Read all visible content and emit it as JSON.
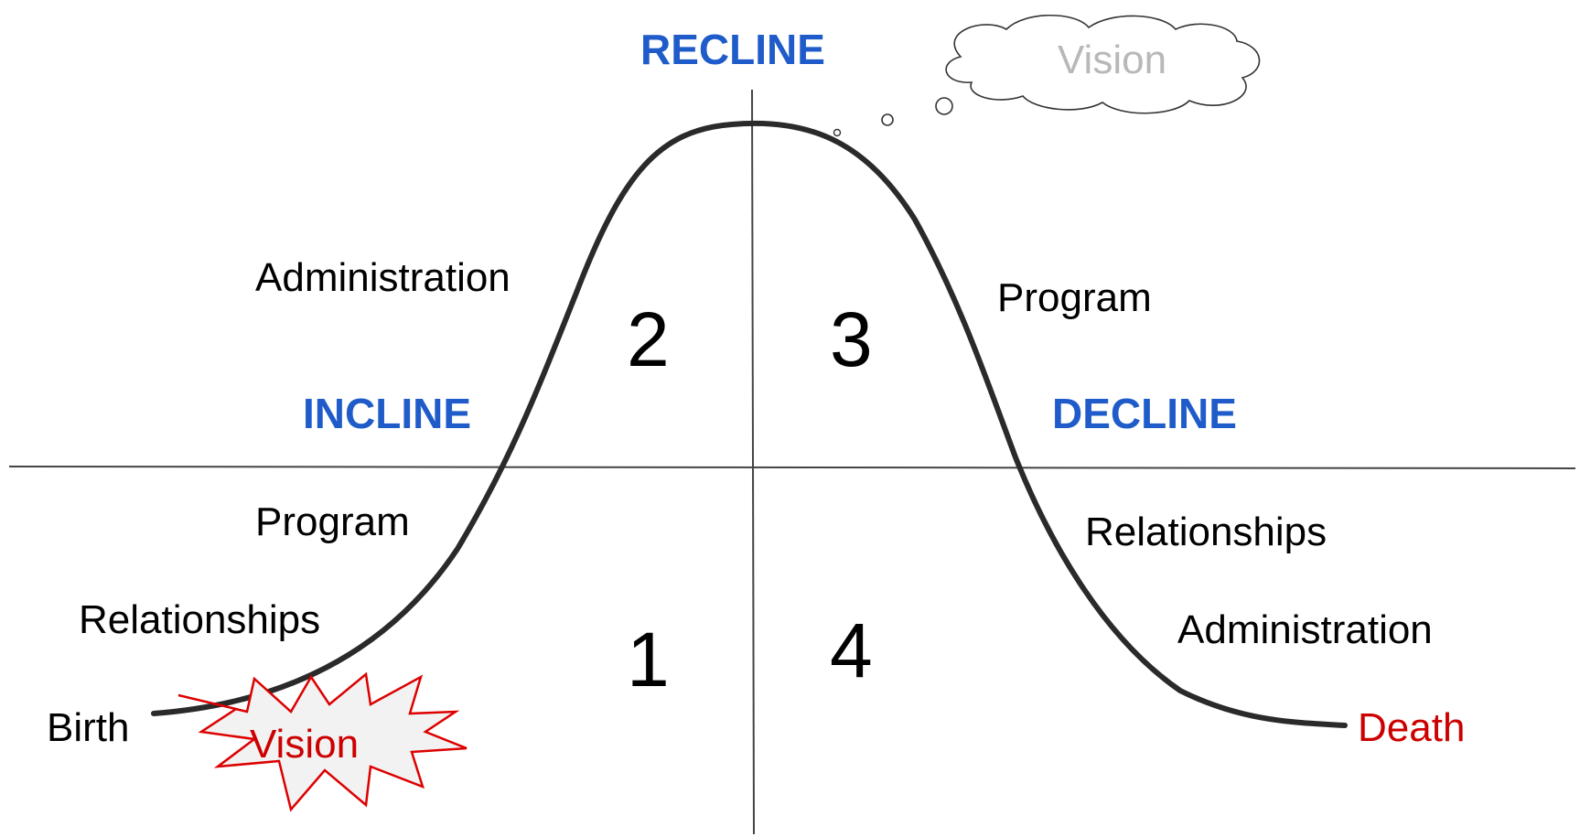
{
  "colors": {
    "phase_title": "#1f5cc9",
    "label": "#000000",
    "death": "#cc0000",
    "vision_burst_text": "#cc0000",
    "vision_burst_stroke": "#dd0000",
    "vision_burst_fill": "#f2f2f2",
    "vision_cloud_text": "#b8b8b8",
    "cloud_stroke": "#333333",
    "curve": "#2a2a2a",
    "axes": "#444444"
  },
  "phases": {
    "recline": "RECLINE",
    "incline": "INCLINE",
    "decline": "DECLINE"
  },
  "quadrants": {
    "q1": "1",
    "q2": "2",
    "q3": "3",
    "q4": "4"
  },
  "left_side": {
    "administration": "Administration",
    "program": "Program",
    "relationships": "Relationships",
    "birth": "Birth",
    "vision": "Vision"
  },
  "right_side": {
    "program": "Program",
    "relationships": "Relationships",
    "administration": "Administration",
    "death": "Death"
  },
  "cloud": {
    "vision": "Vision"
  },
  "icons": {
    "burst": "starburst-shape",
    "cloud": "thought-cloud-shape"
  }
}
